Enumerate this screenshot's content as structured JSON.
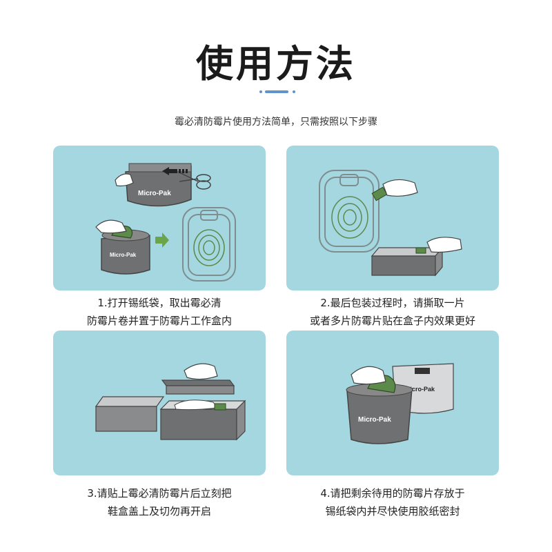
{
  "page": {
    "title": "使用方法",
    "subtitle": "霉必清防霉片使用方法简单，只需按照以下步骤"
  },
  "brand": "Micro-Pak",
  "colors": {
    "panel_bg": "#a5d7e0",
    "accent": "#5f93c9",
    "bag_gray": "#6f7072",
    "sheet_green": "#5c8a4a"
  },
  "steps": [
    {
      "line1": "1.打开锡纸袋，取出霉必清",
      "line2": "防霉片卷并置于防霉片工作盒内"
    },
    {
      "line1": "2.最后包装过程时，请撕取一片",
      "line2": "或者多片防霉片贴在盒子内效果更好"
    },
    {
      "line1": "3.请贴上霉必清防霉片后立刻把",
      "line2": "鞋盒盖上及切勿再开启"
    },
    {
      "line1": "4.请把剩余待用的防霉片存放于",
      "line2": "锡纸袋内并尽快使用胶纸密封"
    }
  ]
}
